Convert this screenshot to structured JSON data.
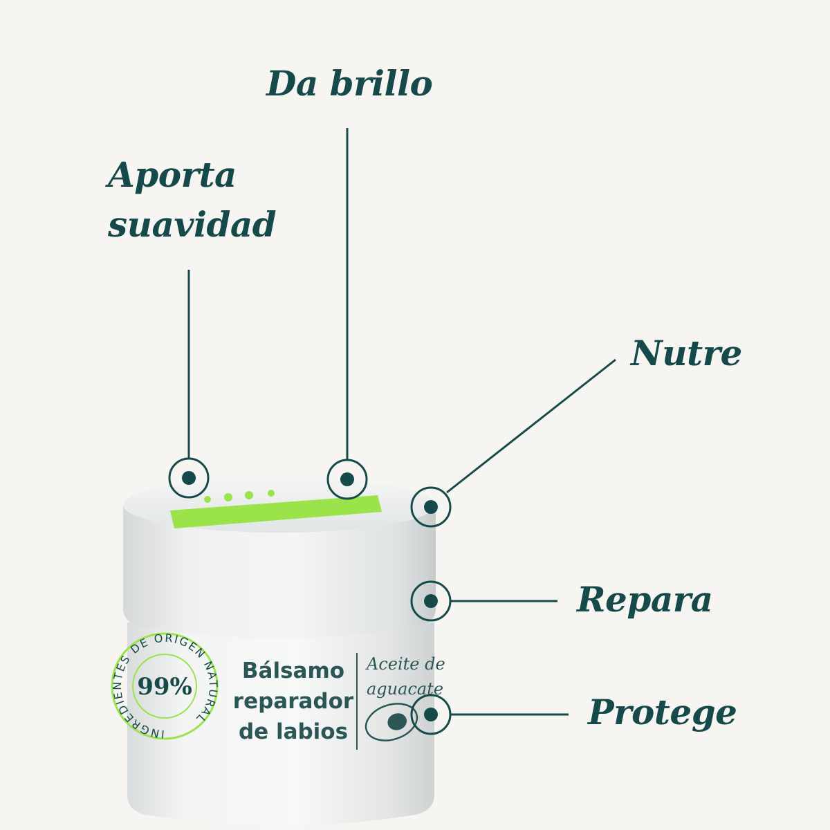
{
  "callouts": {
    "da_brillo": "Da brillo",
    "aporta_line1": "Aporta",
    "aporta_line2": "suavidad",
    "nutre": "Nutre",
    "repara": "Repara",
    "protege": "Protege"
  },
  "product": {
    "seal_percent": "99%",
    "seal_ring_text": "INGREDIENTES DE ORIGEN NATURAL",
    "name_line1": "Bálsamo",
    "name_line2": "reparador",
    "name_line3": "de labios",
    "ingredient_line1": "Aceite de",
    "ingredient_line2": "aguacate",
    "lid_label_icon": "avocado-icon"
  },
  "colors": {
    "ink": "#164a4a",
    "brand_green": "#9be34a",
    "background": "#f6f5f1",
    "jar": "#eceeee"
  }
}
